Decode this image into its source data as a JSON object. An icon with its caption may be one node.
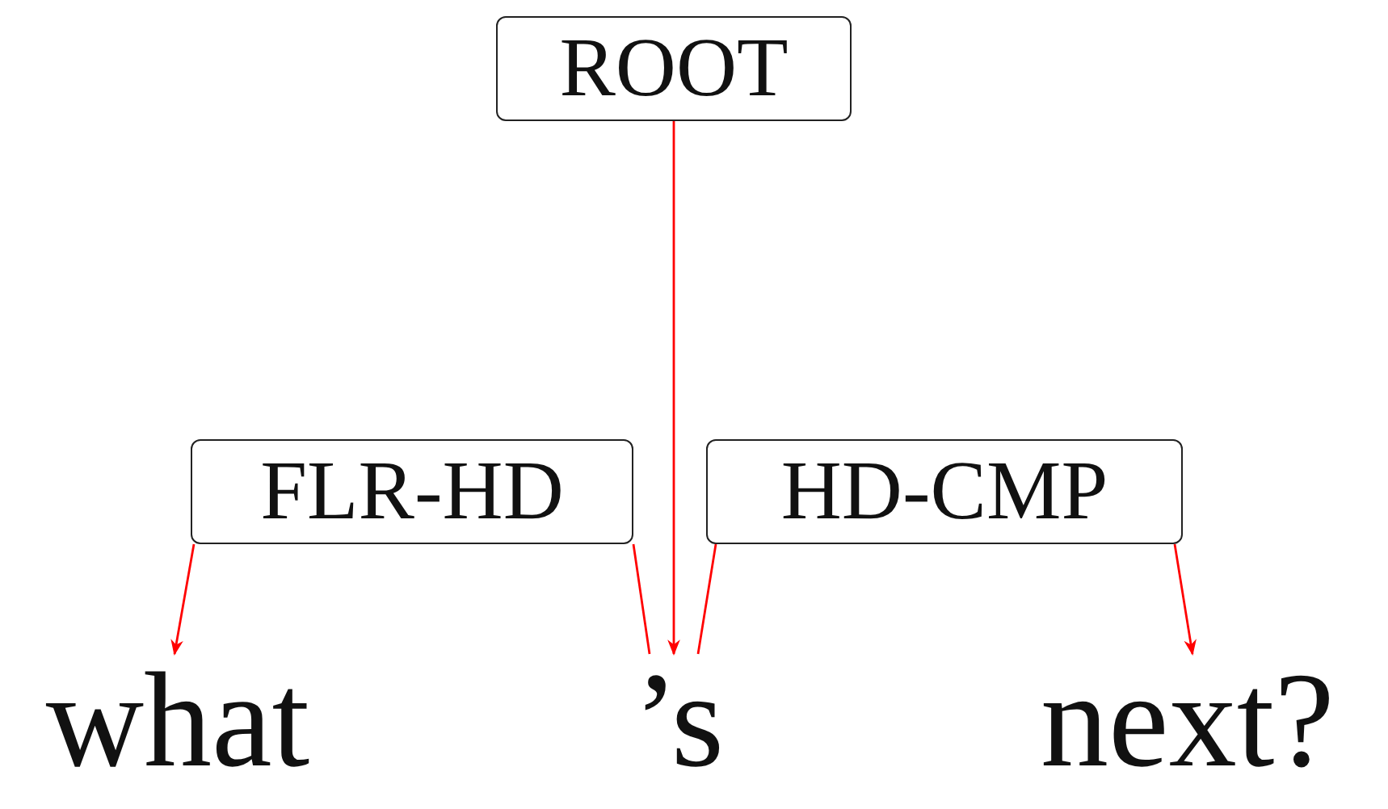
{
  "diagram": {
    "nodes": [
      {
        "text": [
          "ROOT"
        ]
      },
      {
        "text": [
          "FLR-HD"
        ]
      },
      {
        "text": [
          "HD-CMP"
        ]
      },
      {
        "text": [
          "what"
        ]
      },
      {
        "text": [
          "’s"
        ]
      },
      {
        "text": [
          "next?"
        ]
      }
    ],
    "edges": [
      {
        "from": 0,
        "to": 4,
        "arrow": "to",
        "color": "#ff0000"
      },
      {
        "from": 1,
        "to": 3,
        "arrow": "to",
        "color": "#ff0000"
      },
      {
        "from": 1,
        "to": 4,
        "arrow": "none",
        "color": "#ff0000"
      },
      {
        "from": 2,
        "to": 4,
        "arrow": "none",
        "color": "#ff0000"
      },
      {
        "from": 2,
        "to": 5,
        "arrow": "to",
        "color": "#ff0000"
      }
    ]
  }
}
